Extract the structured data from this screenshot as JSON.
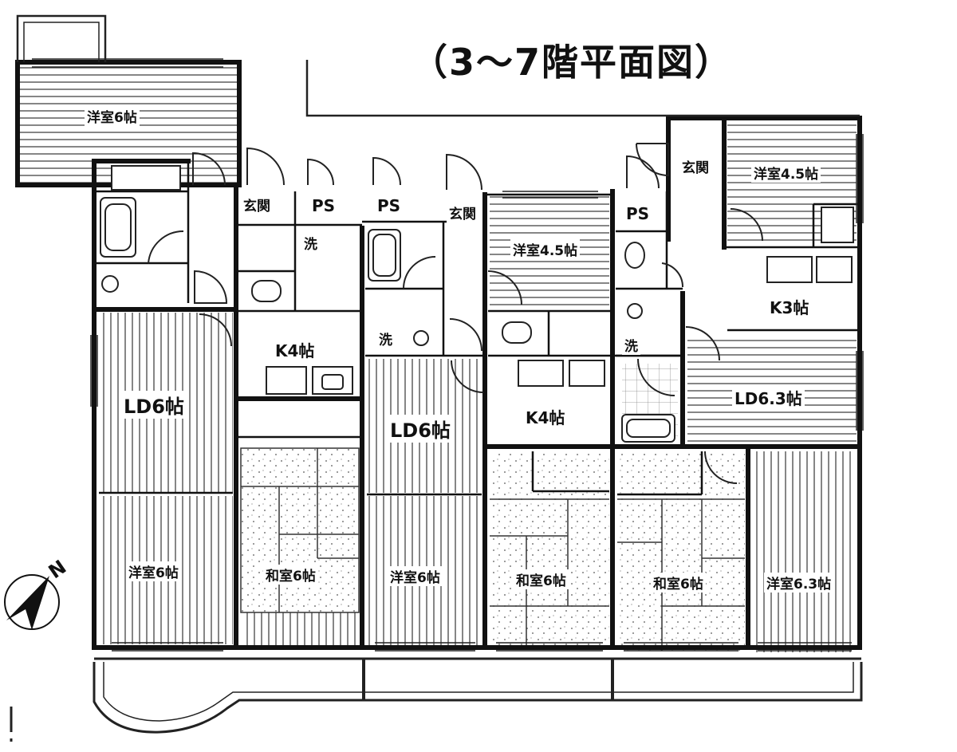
{
  "title": "（3～7階平面図）",
  "north": "N",
  "rooms": {
    "w6_top": "洋室6帖",
    "w45_a": "洋室4.5帖",
    "w45_b": "洋室4.5帖",
    "genkan_a": "玄関",
    "genkan_b": "玄関",
    "genkan_c": "玄関",
    "ps_a": "PS",
    "ps_b": "PS",
    "ps_c": "PS",
    "sen_a": "洗",
    "sen_b": "洗",
    "sen_c": "洗",
    "k4_a": "K4帖",
    "k4_b": "K4帖",
    "k3": "K3帖",
    "ld6_a": "LD6帖",
    "ld6_b": "LD6帖",
    "ld63": "LD6.3帖",
    "w6_a": "洋室6帖",
    "w6_b": "洋室6帖",
    "w63": "洋室6.3帖",
    "j6_a": "和室6帖",
    "j6_b": "和室6帖",
    "j6_c": "和室6帖"
  }
}
